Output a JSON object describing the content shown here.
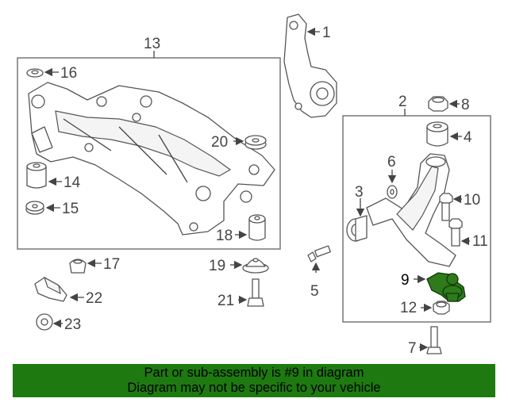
{
  "callouts": {
    "c1": "1",
    "c2": "2",
    "c3": "3",
    "c4": "4",
    "c5": "5",
    "c6": "6",
    "c7": "7",
    "c8": "8",
    "c9": "9",
    "c10": "10",
    "c11": "11",
    "c12": "12",
    "c13": "13",
    "c14": "14",
    "c15": "15",
    "c16": "16",
    "c17": "17",
    "c18": "18",
    "c19": "19",
    "c20": "20",
    "c21": "21",
    "c22": "22",
    "c23": "23"
  },
  "colors": {
    "highlight": "#2f7a1c",
    "banner_background": "#1e7a10"
  },
  "banner": {
    "line1": "Part or sub-assembly is #9 in diagram",
    "line2": "Diagram may not be specific to your vehicle"
  }
}
